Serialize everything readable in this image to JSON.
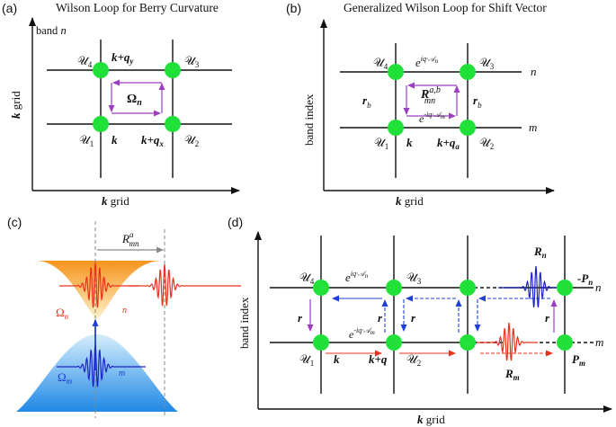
{
  "panels": {
    "a": {
      "tag": "(a)",
      "title": "Wilson Loop for Berry Curvature",
      "band_label": "band n",
      "x_axis": "k grid",
      "y_axis": "k grid",
      "corners": [
        "𝒰4",
        "𝒰3",
        "𝒰1",
        "𝒰2"
      ],
      "k": "k",
      "k_qx": "k+qx",
      "k_qy": "k+qy",
      "center": "Ωn"
    },
    "b": {
      "tag": "(b)",
      "title": "Generalized Wilson Loop for Shift Vector",
      "x_axis": "k grid",
      "y_axis": "band index",
      "corners": [
        "𝒰4",
        "𝒰3",
        "𝒰1",
        "𝒰2"
      ],
      "row_labels": [
        "n",
        "m"
      ],
      "top_phase": "e^{iq·An}",
      "bottom_phase": "e^{-iq·Am}",
      "left": "rb",
      "right": "rb",
      "center": "R^{a,b}_{mn}",
      "k": "k",
      "k_qa": "k+qa"
    },
    "c": {
      "tag": "(c)",
      "shift": "R^a_mn",
      "omega_n": "Ωn",
      "omega_m": "Ωm",
      "n": "n",
      "m": "m",
      "colors": {
        "upper": "#f7a13a",
        "lower": "#3aa0e8",
        "wave_upper": "#e8321c",
        "wave_lower": "#1f24c8"
      }
    },
    "d": {
      "tag": "(d)",
      "x_axis": "k grid",
      "y_axis": "band index",
      "corners": [
        "𝒰4",
        "𝒰3",
        "𝒰1",
        "𝒰2"
      ],
      "row_labels": [
        "n",
        "m"
      ],
      "top_phase": "e^{iq·An}",
      "bottom_phase": "e^{-iq·Am}",
      "r": "r",
      "k": "k",
      "k_q": "k+q",
      "Rn": "Rn",
      "Rm": "Rm",
      "Pn": "-Pn",
      "Pm": "Pm"
    }
  },
  "colors": {
    "node": "#22e03a",
    "purple": "#9b3fc0",
    "blue": "#1f3fd6",
    "red": "#e8321c"
  }
}
